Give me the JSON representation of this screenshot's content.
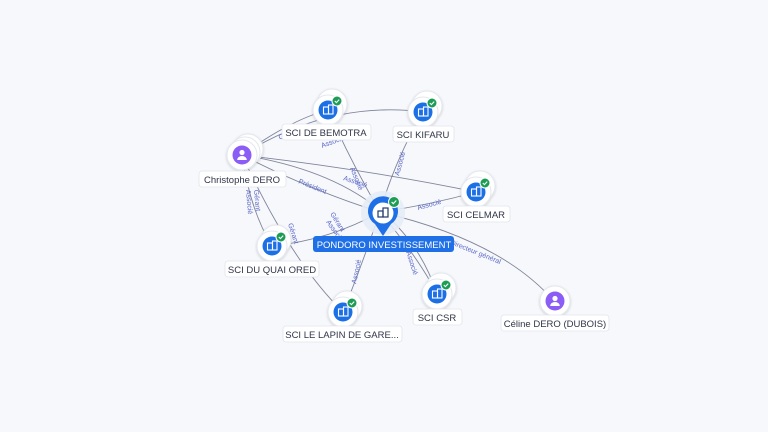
{
  "center": {
    "label": "PONDORO INVESTISSEMENT",
    "icon": "building-icon",
    "verified_icon": "check-badge-icon",
    "color": "#1f6fe6"
  },
  "companies": [
    {
      "id": "bemotra",
      "label": "SCI DE BEMOTRA",
      "icon": "building-icon",
      "verified": true
    },
    {
      "id": "kifaru",
      "label": "SCI KIFARU",
      "icon": "building-icon",
      "verified": true
    },
    {
      "id": "celmar",
      "label": "SCI CELMAR",
      "icon": "building-icon",
      "verified": true
    },
    {
      "id": "quai",
      "label": "SCI DU QUAI ORED",
      "icon": "building-icon",
      "verified": true
    },
    {
      "id": "lapin",
      "label": "SCI LE LAPIN DE GARE...",
      "icon": "building-icon",
      "verified": true
    },
    {
      "id": "csr",
      "label": "SCI CSR",
      "icon": "building-icon",
      "verified": true
    }
  ],
  "persons": [
    {
      "id": "christophe",
      "label": "Christophe DERO",
      "icon": "person-icon"
    },
    {
      "id": "celine",
      "label": "Céline DERO (DUBOIS)",
      "icon": "person-icon"
    }
  ],
  "relations": {
    "president": "Président",
    "associe": "Associé",
    "gerant": "Gérant",
    "directeur": "Directeur général"
  },
  "colors": {
    "company_node": "#1f6fe6",
    "person_node": "#8b5cf6",
    "verified": "#1f9d55",
    "edge_label": "#5a67c9",
    "background": "#f6f8fb"
  }
}
